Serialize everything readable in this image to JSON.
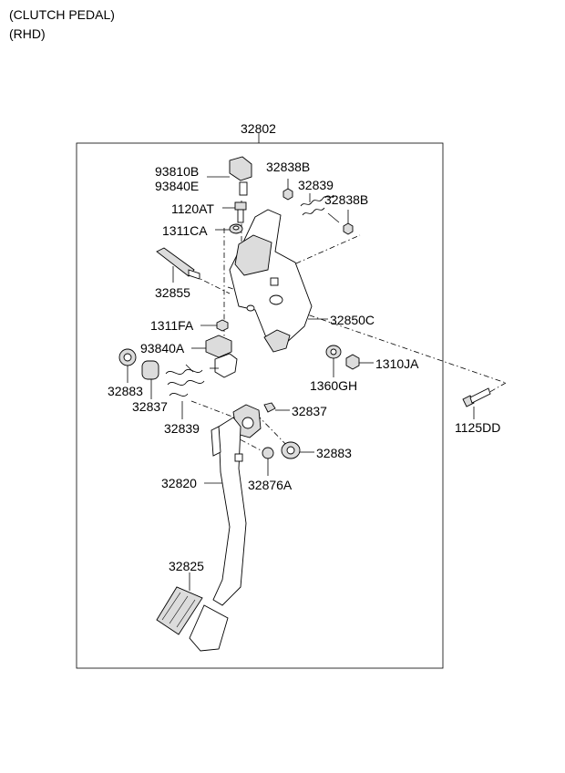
{
  "header": {
    "line1": "(CLUTCH PEDAL)",
    "line2": "(RHD)"
  },
  "labels": {
    "assy": "32802",
    "switch_a": "93810B",
    "switch_b": "93840E",
    "nut_top": "32838B",
    "spring_top": "32839",
    "nut_top_r": "32838B",
    "bolt_top": "1120AT",
    "nut_1311ca": "1311CA",
    "pin": "32855",
    "bracket": "32850C",
    "nut_1311fa": "1311FA",
    "switch_c": "93840A",
    "washer_1360gh": "1360GH",
    "nut_1310ja": "1310JA",
    "bushing_l": "32883",
    "bushing_l2": "32837",
    "spring_l": "32839",
    "bushing_r": "32837",
    "bushing_r2": "32883",
    "stopper": "32876A",
    "bolt_1125dd": "1125DD",
    "pedal_arm": "32820",
    "pedal_pad": "32825"
  }
}
